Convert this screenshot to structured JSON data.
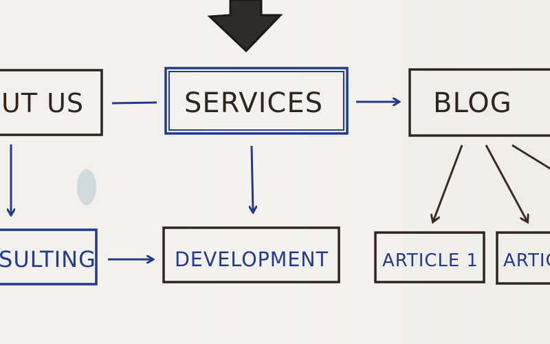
{
  "diagram": {
    "nodes": {
      "about_us": "UT US",
      "services": "SERVICES",
      "blog": "BLOG",
      "consulting": "SULTING",
      "development": "DEVELOPMENT",
      "article_1": "ARTICLE 1",
      "article_2": "ARTIC"
    },
    "colors": {
      "blue_marker": "#23398a",
      "dark_marker": "#2e2420",
      "background": "#f1f0ec"
    }
  }
}
